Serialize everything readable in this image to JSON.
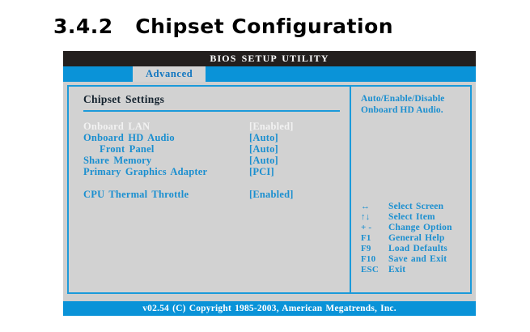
{
  "document": {
    "section_number": "3.4.2",
    "section_title": "Chipset Configuration",
    "heading": "3.4.2   Chipset Configuration"
  },
  "bios": {
    "title": "BIOS SETUP UTILITY",
    "tabs": [
      {
        "label": "Advanced",
        "active": true
      }
    ],
    "settings_panel": {
      "title": "Chipset Settings",
      "items": [
        {
          "label": "Onboard LAN",
          "value": "[Enabled]",
          "selected": true,
          "indent": false,
          "gap_before": false
        },
        {
          "label": "Onboard HD Audio",
          "value": "[Auto]",
          "selected": false,
          "indent": false,
          "gap_before": false
        },
        {
          "label": "Front Panel",
          "value": "[Auto]",
          "selected": false,
          "indent": true,
          "gap_before": false
        },
        {
          "label": "Share Memory",
          "value": "[Auto]",
          "selected": false,
          "indent": false,
          "gap_before": false
        },
        {
          "label": "Primary Graphics Adapter",
          "value": "[PCI]",
          "selected": false,
          "indent": false,
          "gap_before": false
        },
        {
          "label": "CPU Thermal Throttle",
          "value": "[Enabled]",
          "selected": false,
          "indent": false,
          "gap_before": true
        }
      ]
    },
    "help_panel": {
      "text": "Auto/Enable/Disable\nOnboard HD Audio.",
      "keys": [
        {
          "glyph": "↔",
          "icon": "left-right-arrow-icon",
          "description": "Select Screen"
        },
        {
          "glyph": "↑↓",
          "icon": "up-down-arrow-icon",
          "description": "Select Item"
        },
        {
          "glyph": "+ -",
          "icon": "plus-minus-icon",
          "description": "Change Option"
        },
        {
          "glyph": "F1",
          "icon": "f1-key-icon",
          "description": "General Help"
        },
        {
          "glyph": "F9",
          "icon": "f9-key-icon",
          "description": "Load Defaults"
        },
        {
          "glyph": "F10",
          "icon": "f10-key-icon",
          "description": "Save and Exit"
        },
        {
          "glyph": "ESC",
          "icon": "esc-key-icon",
          "description": "Exit"
        }
      ]
    },
    "footer": "v02.54 (C) Copyright 1985-2003, American Megatrends, Inc."
  },
  "colors": {
    "accent_blue": "#0a93d8",
    "border_blue": "#1b9ada",
    "text_blue": "#1a8fd0",
    "title_bar": "#231f1e",
    "panel_bg": "#d2d2d2",
    "window_bg": "#cfcfcf",
    "selected_text": "#f2f2f2"
  }
}
